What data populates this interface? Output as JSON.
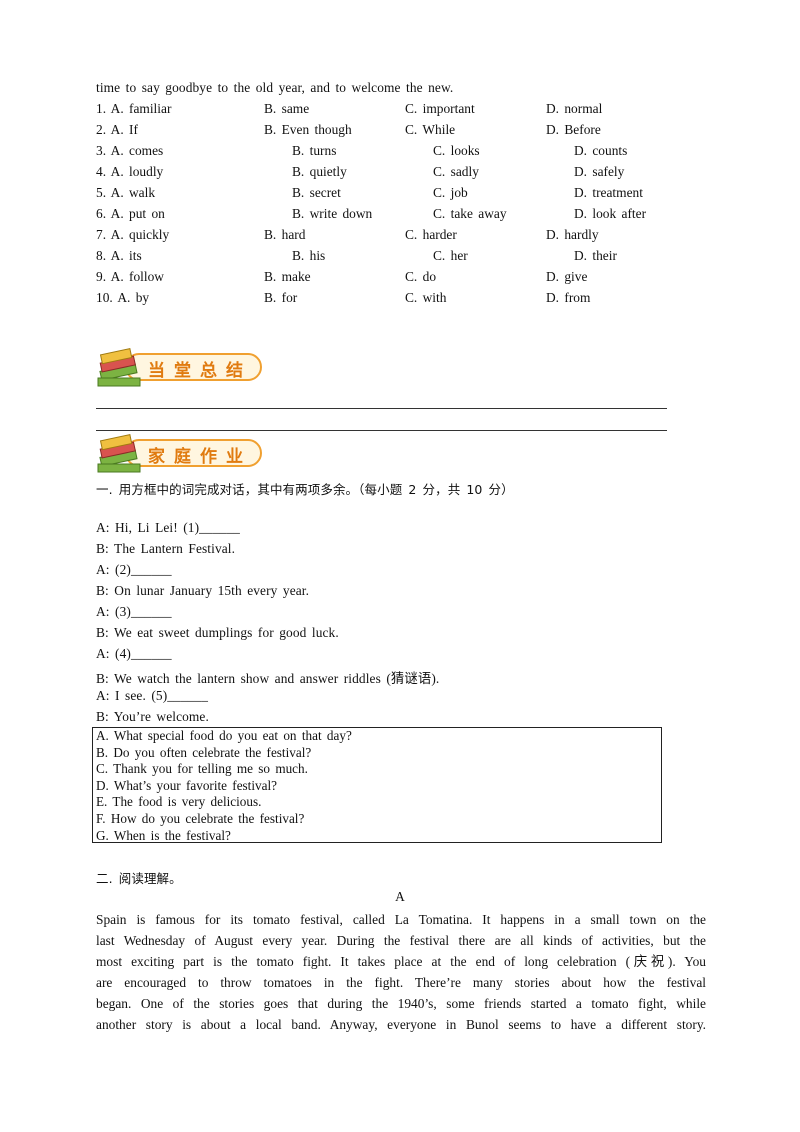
{
  "intro_line": "time to say goodbye to the old year, and to welcome the new.",
  "questions": [
    {
      "num": "1. A. familiar",
      "b": "B. same",
      "c": "C. important",
      "d": "D. normal"
    },
    {
      "num": "2. A. If",
      "b": "B. Even though",
      "c": "C. While",
      "d": "D. Before"
    },
    {
      "num": "3. A. comes",
      "b": "B. turns",
      "c": "C. looks",
      "d": "D. counts"
    },
    {
      "num": "4. A. loudly",
      "b": "B. quietly",
      "c": "C. sadly",
      "d": "D. safely"
    },
    {
      "num": "5. A. walk",
      "b": "B. secret",
      "c": "C. job",
      "d": "D. treatment"
    },
    {
      "num": "6. A. put on",
      "b": "B. write down",
      "c": "C. take away",
      "d": "D. look after"
    },
    {
      "num": "7. A. quickly",
      "b": "B. hard",
      "c": "C. harder",
      "d": "D. hardly"
    },
    {
      "num": "8. A. its",
      "b": "B. his",
      "c": "C. her",
      "d": "D. their"
    },
    {
      "num": "9. A. follow",
      "b": "B. make",
      "c": "C. do",
      "d": "D. give"
    },
    {
      "num": "10. A. by",
      "b": "B. for",
      "c": "C. with",
      "d": "D. from"
    }
  ],
  "banner_summary": "当堂总结",
  "banner_homework": "家庭作业",
  "section1_title": "一. 用方框中的词完成对话，其中有两项多余。（每小题 2 分，共 10 分）",
  "dialogue": [
    "A: Hi, Li Lei! (1)______",
    "B: The Lantern Festival.",
    "A: (2)______",
    "B: On lunar January 15th every year.",
    "A: (3)______",
    "B: We eat sweet dumplings for good luck.",
    "A: (4)______",
    "B: We watch the lantern show and answer riddles (猜谜语).",
    "A: I see. (5)______",
    "B: You’re welcome."
  ],
  "box_options": [
    "A. What special food do you eat on that day?",
    "B. Do you often celebrate the festival?",
    "C. Thank you for telling me so much.",
    "D. What’s your favorite festival?",
    "E. The food is very delicious.",
    "F. How do you celebrate the festival?",
    "G. When is the festival?"
  ],
  "section2_title": "二.  阅读理解。",
  "passage_label": "A",
  "passage_lines": [
    "Spain is famous for its tomato festival, called La Tomatina. It happens in a small town on the",
    "last Wednesday of August every year. During the festival there are all kinds of activities, but the",
    "most exciting part is the tomato fight. It takes place at the end of long celebration (庆祝). You",
    "are encouraged to throw tomatoes in the fight. There’re many stories about how the festival",
    "began. One of the stories goes that during the 1940’s, some friends started a tomato fight, while",
    "another story is about a local band. Anyway, everyone in Bunol seems to have a different story."
  ],
  "colors": {
    "banner_orange": "#e07b10",
    "book_red": "#d9534f",
    "book_green": "#7cb342"
  }
}
